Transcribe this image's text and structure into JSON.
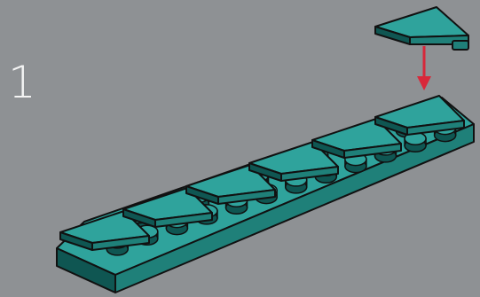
{
  "step": {
    "number": "1"
  },
  "colors": {
    "background": "#8e9194",
    "step_number": "#f4f4f4",
    "brick_top": "#2fa39c",
    "brick_side": "#1f8079",
    "brick_dark": "#0f5652",
    "outline": "#111111",
    "arrow": "#d8283a"
  },
  "icons": {
    "plate": "long-teal-plate-icon",
    "slope": "wedge-slope-piece-icon",
    "arrow": "down-arrow-icon"
  },
  "assembly": {
    "placed_slopes": 6,
    "incoming_slopes": 1
  }
}
